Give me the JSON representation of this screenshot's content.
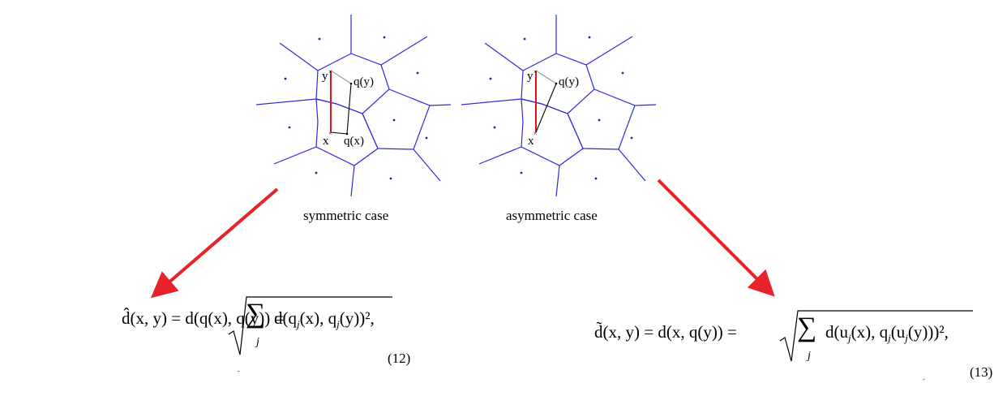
{
  "captions": {
    "left": "symmetric case",
    "right": "asymmetric case"
  },
  "labels": {
    "y": "y",
    "x": "x",
    "qy": "q(y)",
    "qx": "q(x)"
  },
  "equations": {
    "eq12": {
      "lhs": "d̂(x, y) = d(q(x), q(y)) = ",
      "sum_index": "j",
      "summand": "d(q",
      "summand_rest": "(x), q",
      "summand_end": "(y))",
      "tail": "²,",
      "sub_j": "j",
      "number": "(12)"
    },
    "eq13": {
      "lhs": "d̃(x, y) = d(x, q(y)) = ",
      "sum_index": "j",
      "summand": "d(u",
      "summand_rest": "(x), q",
      "summand_mid": "(u",
      "summand_end": "(y)))",
      "tail": "²,",
      "sub_j": "j",
      "number": "(13)"
    }
  },
  "colors": {
    "voronoi_edge": "#2b2bdc",
    "site_dot": "#1f1fb0",
    "red_segment": "#d7151b",
    "gray_segment": "#9a9a9a",
    "arrow": "#e6232a"
  }
}
